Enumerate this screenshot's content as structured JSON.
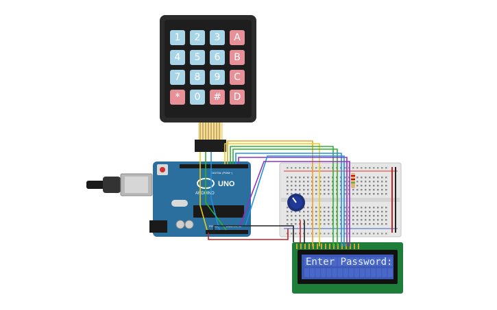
{
  "keypad": {
    "keys": [
      {
        "label": "1",
        "kind": "number"
      },
      {
        "label": "2",
        "kind": "number"
      },
      {
        "label": "3",
        "kind": "number"
      },
      {
        "label": "A",
        "kind": "letter"
      },
      {
        "label": "4",
        "kind": "number"
      },
      {
        "label": "5",
        "kind": "number"
      },
      {
        "label": "6",
        "kind": "number"
      },
      {
        "label": "B",
        "kind": "letter"
      },
      {
        "label": "7",
        "kind": "number"
      },
      {
        "label": "8",
        "kind": "number"
      },
      {
        "label": "9",
        "kind": "number"
      },
      {
        "label": "C",
        "kind": "letter"
      },
      {
        "label": "*",
        "kind": "symbol"
      },
      {
        "label": "0",
        "kind": "number"
      },
      {
        "label": "#",
        "kind": "symbol"
      },
      {
        "label": "D",
        "kind": "letter"
      }
    ]
  },
  "arduino": {
    "brand": "ARDUINO",
    "model": "UNO",
    "digital_header": "DIGITAL (PWM~)",
    "analog_header": "ANALOG IN",
    "power_header": "POWER"
  },
  "lcd": {
    "line1": "Enter Password:",
    "line2": ""
  },
  "colors": {
    "keypad_body": "#2b2b2b",
    "key_number": "#a8d4e8",
    "key_letter": "#e89098",
    "key_symbol": "#e89098",
    "arduino_board": "#2a6f9e",
    "breadboard": "#e6e6e6",
    "lcd_frame": "#1f7d3a",
    "lcd_screen": "#3c59b8",
    "wire_orange": "#f0a020",
    "wire_yellow": "#e8d010",
    "wire_green": "#30b030",
    "wire_blue": "#2090e0",
    "wire_purple": "#9030c0",
    "wire_red": "#c02020",
    "wire_black": "#202020"
  }
}
